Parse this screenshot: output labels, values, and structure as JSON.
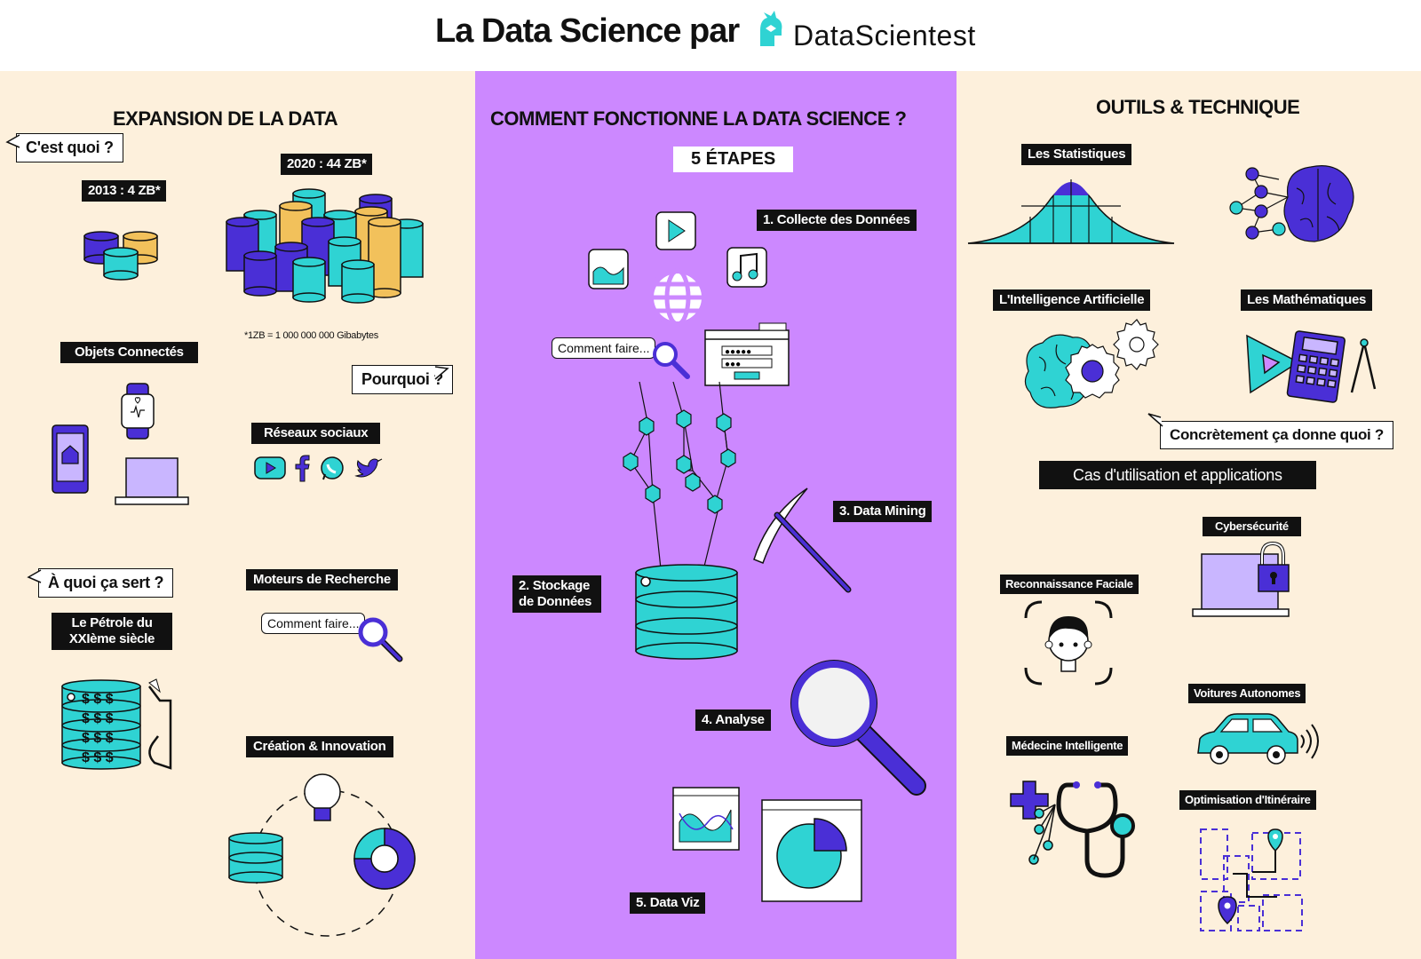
{
  "header": {
    "title": "La Data Science par",
    "logo_word": "DataScientest"
  },
  "left": {
    "heading": "EXPANSION DE LA DATA",
    "bubble_what": "C'est quoi ?",
    "tag_2013": "2013 : 4 ZB*",
    "tag_2020": "2020 : 44 ZB*",
    "footnote": "*1ZB = 1 000 000 000 Gibabytes",
    "tag_iot": "Objets Connectés",
    "bubble_why": "Pourquoi ?",
    "tag_social": "Réseaux sociaux",
    "bubble_use": "À quoi ça sert ?",
    "tag_search": "Moteurs de Recherche",
    "search_text": "Comment faire...",
    "tag_oil": "Le Pétrole du XXIème siècle",
    "tag_innov": "Création & Innovation"
  },
  "middle": {
    "heading": "COMMENT FONCTIONNE LA DATA SCIENCE ?",
    "steps_box": "5 ÉTAPES",
    "step1": "1. Collecte des Données",
    "step2": "2. Stockage de Données",
    "step3": "3. Data Mining",
    "step4": "4. Analyse",
    "step5": "5. Data Viz",
    "search_text": "Comment faire..."
  },
  "right": {
    "heading": "OUTILS & TECHNIQUE",
    "tag_stats": "Les Statistiques",
    "tag_ai": "L'Intelligence Artificielle",
    "tag_maths": "Les Mathématiques",
    "bubble_concrete": "Concrètement ça donne quoi ?",
    "tag_cases": "Cas d'utilisation et applications",
    "tag_cyber": "Cybersécurité",
    "tag_face": "Reconnaissance Faciale",
    "tag_cars": "Voitures Autonomes",
    "tag_med": "Médecine Intelligente",
    "tag_route": "Optimisation d'Itinéraire"
  },
  "colors": {
    "teal": "#2fd3d3",
    "indigo": "#4a2fd6",
    "gold": "#f2c15b",
    "lavender": "#cc88ff",
    "cream": "#fdf0dc",
    "lilac": "#c9b6ff"
  }
}
